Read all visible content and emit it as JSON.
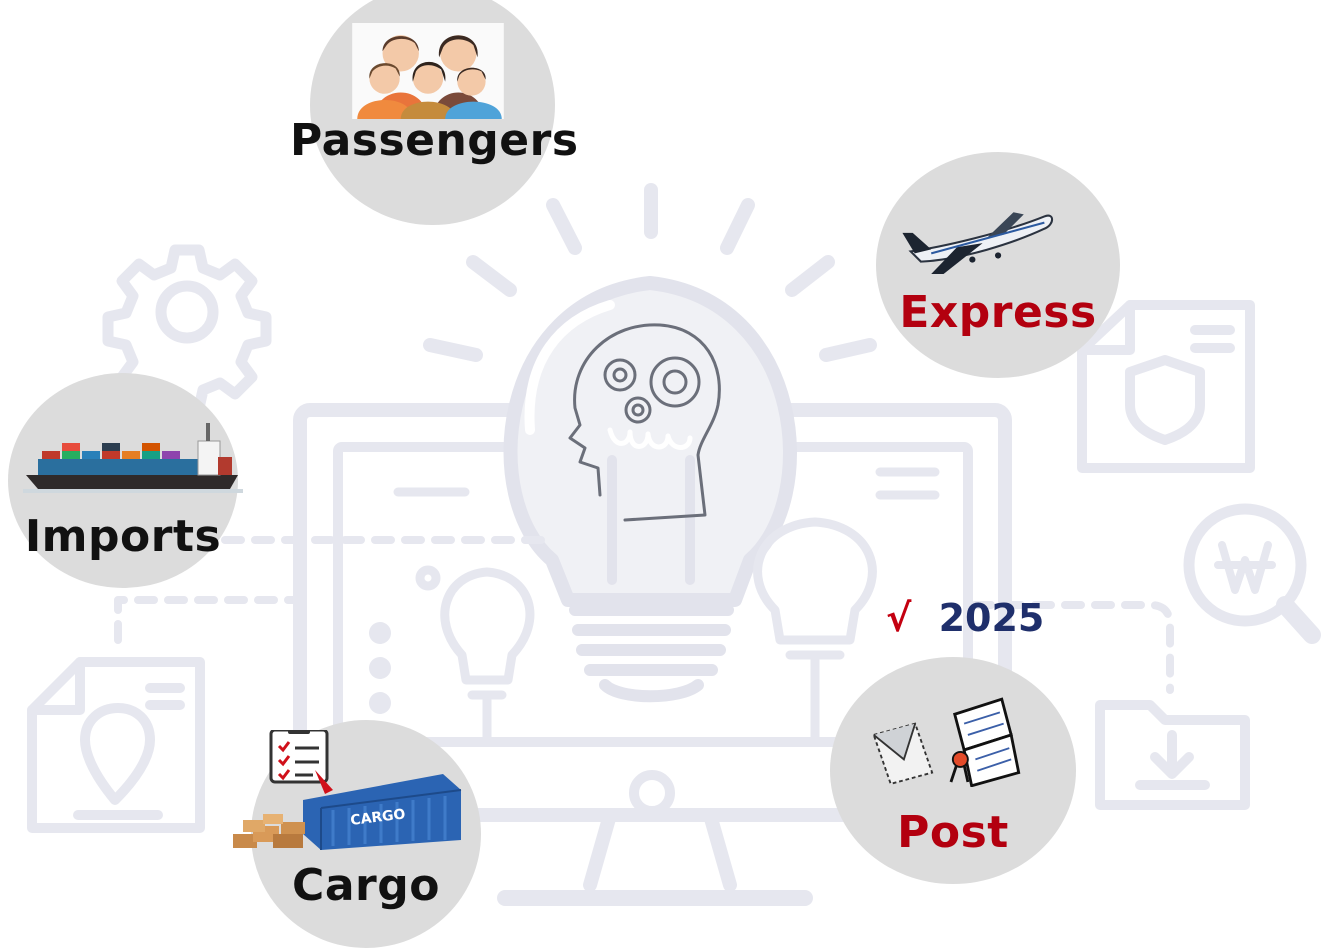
{
  "colors": {
    "outline": "#e6e7ef",
    "node_fill": "#dcdcdc",
    "label_dark": "#111111",
    "label_red": "#b3000f",
    "year_blue": "#1f2f6b",
    "check_red": "#c40010"
  },
  "nodes": [
    {
      "id": "passengers",
      "label": "Passengers",
      "icon": "people-icon"
    },
    {
      "id": "express",
      "label": "Express",
      "icon": "airplane-icon"
    },
    {
      "id": "imports",
      "label": "Imports",
      "icon": "container-ship-icon"
    },
    {
      "id": "cargo",
      "label": "Cargo",
      "icon": "cargo-container-icon"
    },
    {
      "id": "post",
      "label": "Post",
      "icon": "mail-envelope-icon"
    }
  ],
  "status": {
    "check": "√",
    "year": "2025"
  },
  "background_icons": [
    "lightbulb-head-gears-icon",
    "monitor-icon",
    "gear-icon",
    "document-shield-icon",
    "document-location-icon",
    "search-won-icon",
    "folder-download-icon",
    "padlock-icon"
  ]
}
